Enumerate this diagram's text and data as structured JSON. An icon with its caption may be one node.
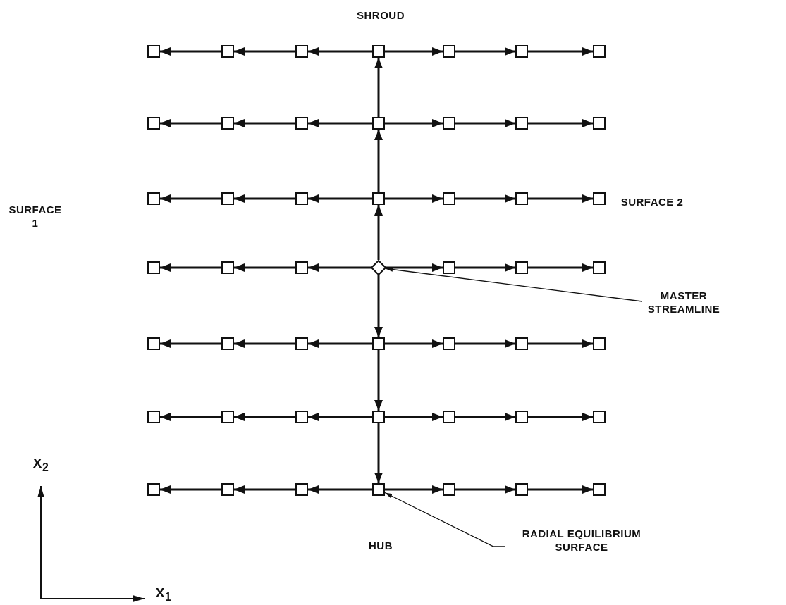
{
  "diagram": {
    "nodes": [
      {
        "text": [],
        "shape": "box"
      },
      {
        "text": [],
        "shape": "box"
      },
      {
        "text": [],
        "shape": "box"
      },
      {
        "text": [],
        "shape": "box"
      },
      {
        "text": [],
        "shape": "box"
      },
      {
        "text": [],
        "shape": "box"
      },
      {
        "text": [],
        "shape": "box"
      },
      {
        "text": [],
        "shape": "box"
      },
      {
        "text": [],
        "shape": "box"
      },
      {
        "text": [],
        "shape": "box"
      },
      {
        "text": [],
        "shape": "box"
      },
      {
        "text": [],
        "shape": "box"
      },
      {
        "text": [],
        "shape": "box"
      },
      {
        "text": [],
        "shape": "box"
      },
      {
        "text": [],
        "shape": "box"
      },
      {
        "text": [],
        "shape": "box"
      },
      {
        "text": [],
        "shape": "box"
      },
      {
        "text": [],
        "shape": "box"
      },
      {
        "text": [],
        "shape": "box"
      },
      {
        "text": [],
        "shape": "box"
      },
      {
        "text": [],
        "shape": "box"
      },
      {
        "text": [],
        "shape": "box"
      },
      {
        "text": [],
        "shape": "box"
      },
      {
        "text": [],
        "shape": "box"
      },
      {
        "text": [],
        "shape": "diamond"
      },
      {
        "text": [],
        "shape": "box"
      },
      {
        "text": [],
        "shape": "box"
      },
      {
        "text": [],
        "shape": "box"
      },
      {
        "text": [],
        "shape": "box"
      },
      {
        "text": [],
        "shape": "box"
      },
      {
        "text": [],
        "shape": "box"
      },
      {
        "text": [],
        "shape": "box"
      },
      {
        "text": [],
        "shape": "box"
      },
      {
        "text": [],
        "shape": "box"
      },
      {
        "text": [],
        "shape": "box"
      },
      {
        "text": [],
        "shape": "box"
      },
      {
        "text": [],
        "shape": "box"
      },
      {
        "text": [],
        "shape": "box"
      },
      {
        "text": [],
        "shape": "box"
      },
      {
        "text": [],
        "shape": "box"
      },
      {
        "text": [],
        "shape": "box"
      },
      {
        "text": [],
        "shape": "box"
      },
      {
        "text": [],
        "shape": "box"
      },
      {
        "text": [],
        "shape": "box"
      },
      {
        "text": [],
        "shape": "box"
      },
      {
        "text": [],
        "shape": "box"
      },
      {
        "text": [],
        "shape": "box"
      },
      {
        "text": [],
        "shape": "box"
      },
      {
        "text": [],
        "shape": "box"
      },
      {
        "text": [
          "MASTER STREAMLINE"
        ]
      },
      {
        "text": [
          "RADIAL EQUILIBRIUM SURFACE"
        ]
      }
    ],
    "edges": [
      {
        "from": 3,
        "to": 2,
        "arrow": "to"
      },
      {
        "from": 2,
        "to": 1,
        "arrow": "to"
      },
      {
        "from": 1,
        "to": 0,
        "arrow": "to"
      },
      {
        "from": 3,
        "to": 4,
        "arrow": "to"
      },
      {
        "from": 4,
        "to": 5,
        "arrow": "to"
      },
      {
        "from": 5,
        "to": 6,
        "arrow": "to"
      },
      {
        "from": 10,
        "to": 9,
        "arrow": "to"
      },
      {
        "from": 9,
        "to": 8,
        "arrow": "to"
      },
      {
        "from": 8,
        "to": 7,
        "arrow": "to"
      },
      {
        "from": 10,
        "to": 11,
        "arrow": "to"
      },
      {
        "from": 11,
        "to": 12,
        "arrow": "to"
      },
      {
        "from": 12,
        "to": 13,
        "arrow": "to"
      },
      {
        "from": 17,
        "to": 16,
        "arrow": "to"
      },
      {
        "from": 16,
        "to": 15,
        "arrow": "to"
      },
      {
        "from": 15,
        "to": 14,
        "arrow": "to"
      },
      {
        "from": 17,
        "to": 18,
        "arrow": "to"
      },
      {
        "from": 18,
        "to": 19,
        "arrow": "to"
      },
      {
        "from": 19,
        "to": 20,
        "arrow": "to"
      },
      {
        "from": 24,
        "to": 23,
        "arrow": "to"
      },
      {
        "from": 23,
        "to": 22,
        "arrow": "to"
      },
      {
        "from": 22,
        "to": 21,
        "arrow": "to"
      },
      {
        "from": 24,
        "to": 25,
        "arrow": "to"
      },
      {
        "from": 25,
        "to": 26,
        "arrow": "to"
      },
      {
        "from": 26,
        "to": 27,
        "arrow": "to"
      },
      {
        "from": 31,
        "to": 30,
        "arrow": "to"
      },
      {
        "from": 30,
        "to": 29,
        "arrow": "to"
      },
      {
        "from": 29,
        "to": 28,
        "arrow": "to"
      },
      {
        "from": 31,
        "to": 32,
        "arrow": "to"
      },
      {
        "from": 32,
        "to": 33,
        "arrow": "to"
      },
      {
        "from": 33,
        "to": 34,
        "arrow": "to"
      },
      {
        "from": 38,
        "to": 37,
        "arrow": "to"
      },
      {
        "from": 37,
        "to": 36,
        "arrow": "to"
      },
      {
        "from": 36,
        "to": 35,
        "arrow": "to"
      },
      {
        "from": 38,
        "to": 39,
        "arrow": "to"
      },
      {
        "from": 39,
        "to": 40,
        "arrow": "to"
      },
      {
        "from": 40,
        "to": 41,
        "arrow": "to"
      },
      {
        "from": 45,
        "to": 44,
        "arrow": "to"
      },
      {
        "from": 44,
        "to": 43,
        "arrow": "to"
      },
      {
        "from": 43,
        "to": 42,
        "arrow": "to"
      },
      {
        "from": 45,
        "to": 46,
        "arrow": "to"
      },
      {
        "from": 46,
        "to": 47,
        "arrow": "to"
      },
      {
        "from": 47,
        "to": 48,
        "arrow": "to"
      },
      {
        "from": 24,
        "to": 17,
        "arrow": "to"
      },
      {
        "from": 17,
        "to": 10,
        "arrow": "to"
      },
      {
        "from": 10,
        "to": 3,
        "arrow": "to"
      },
      {
        "from": 24,
        "to": 31,
        "arrow": "to"
      },
      {
        "from": 31,
        "to": 38,
        "arrow": "to"
      },
      {
        "from": 38,
        "to": 45,
        "arrow": "to"
      },
      {
        "from": 49,
        "to": 24,
        "arrow": "to"
      },
      {
        "from": 50,
        "to": 45,
        "arrow": "to"
      }
    ],
    "labels": [
      "SHROUD",
      "SURFACE 1",
      "SURFACE 2",
      "HUB",
      "X$_{2}$",
      "X$_{1}$"
    ]
  }
}
